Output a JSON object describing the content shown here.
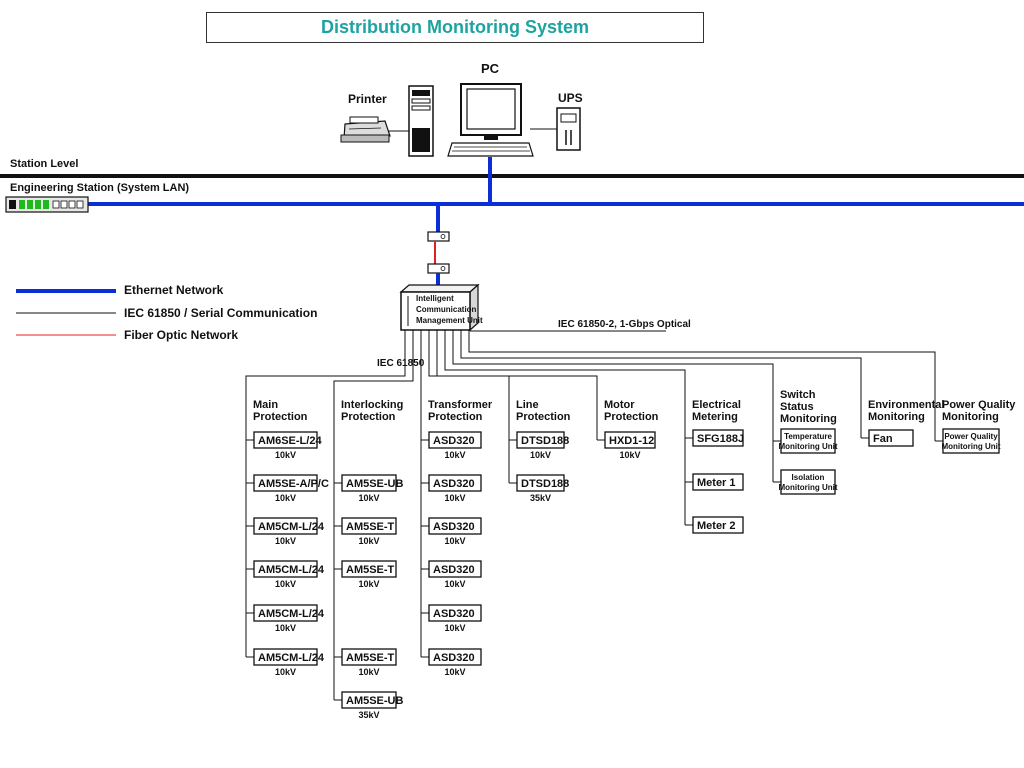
{
  "title": "Distribution Monitoring System",
  "colors": {
    "title": "#1fa3a0",
    "ethernet": "#0b2fd6",
    "serial": "#111111",
    "fiber": "#e02020"
  },
  "station": {
    "pc_label": "PC",
    "printer_label": "Printer",
    "ups_label": "UPS",
    "station_level": "Station Level",
    "engineering_station": "Engineering Station (System LAN)"
  },
  "legend": [
    {
      "label": "Ethernet Network",
      "kind": "ethernet"
    },
    {
      "label": "IEC 61850 / Serial Communication",
      "kind": "serial"
    },
    {
      "label": "Fiber Optic Network",
      "kind": "fiber"
    }
  ],
  "icmu": {
    "lines": [
      "Intelligent",
      "Communication",
      "Management Unit"
    ],
    "optical_label": "IEC 61850-2, 1-Gbps Optical",
    "bus_label": "IEC 61850"
  },
  "groups": [
    {
      "heading": [
        "Main",
        "Protection"
      ],
      "devices": [
        {
          "name": "AM6SE-L/24",
          "volt": "10kV"
        },
        {
          "name": "AM5SE-A/P/C",
          "volt": "10kV"
        },
        {
          "name": "AM5CM-L/24",
          "volt": "10kV"
        },
        {
          "name": "AM5CM-L/24",
          "volt": "10kV"
        },
        {
          "name": "AM5CM-L/24",
          "volt": "10kV"
        },
        {
          "name": "AM5CM-L/24",
          "volt": "10kV"
        }
      ]
    },
    {
      "heading": [
        "Interlocking",
        "Protection"
      ],
      "devices": [
        {
          "name": "AM5SE-UB",
          "volt": "10kV"
        },
        {
          "name": "AM5SE-T",
          "volt": "10kV"
        },
        {
          "name": "AM5SE-T",
          "volt": "10kV"
        },
        {
          "name": "AM5SE-T",
          "volt": "10kV"
        },
        {
          "name": "AM5SE-UB",
          "volt": "35kV"
        }
      ]
    },
    {
      "heading": [
        "Transformer",
        "Protection"
      ],
      "devices": [
        {
          "name": "ASD320",
          "volt": "10kV"
        },
        {
          "name": "ASD320",
          "volt": "10kV"
        },
        {
          "name": "ASD320",
          "volt": "10kV"
        },
        {
          "name": "ASD320",
          "volt": "10kV"
        },
        {
          "name": "ASD320",
          "volt": "10kV"
        },
        {
          "name": "ASD320",
          "volt": "10kV"
        }
      ]
    },
    {
      "heading": [
        "Line",
        "Protection"
      ],
      "devices": [
        {
          "name": "DTSD188",
          "volt": "10kV"
        },
        {
          "name": "DTSD188",
          "volt": "35kV"
        }
      ]
    },
    {
      "heading": [
        "Motor",
        "Protection"
      ],
      "devices": [
        {
          "name": "HXD1-12",
          "volt": "10kV"
        }
      ]
    },
    {
      "heading": [
        "Electrical",
        "Metering"
      ],
      "devices": [
        {
          "name": "SFG188J",
          "volt": ""
        },
        {
          "name": "Meter 1",
          "volt": ""
        },
        {
          "name": "Meter 2",
          "volt": ""
        }
      ]
    },
    {
      "heading": [
        "Switch",
        "Status",
        "Monitoring"
      ],
      "devices": [
        {
          "name": "Temperature Monitoring Unit",
          "lines": [
            "Temperature",
            "Monitoring Unit"
          ],
          "volt": ""
        },
        {
          "name": "Isolation Monitoring Unit",
          "lines": [
            "Isolation",
            "Monitoring Unit"
          ],
          "volt": ""
        }
      ]
    },
    {
      "heading": [
        "Environmental",
        "Monitoring"
      ],
      "devices": [
        {
          "name": "Fan",
          "volt": ""
        }
      ]
    },
    {
      "heading": [
        "Power Quality",
        "Monitoring"
      ],
      "devices": [
        {
          "name": "Power Quality Monitoring Unit",
          "lines": [
            "Power Quality",
            "Monitoring Unit"
          ],
          "volt": ""
        }
      ]
    }
  ]
}
